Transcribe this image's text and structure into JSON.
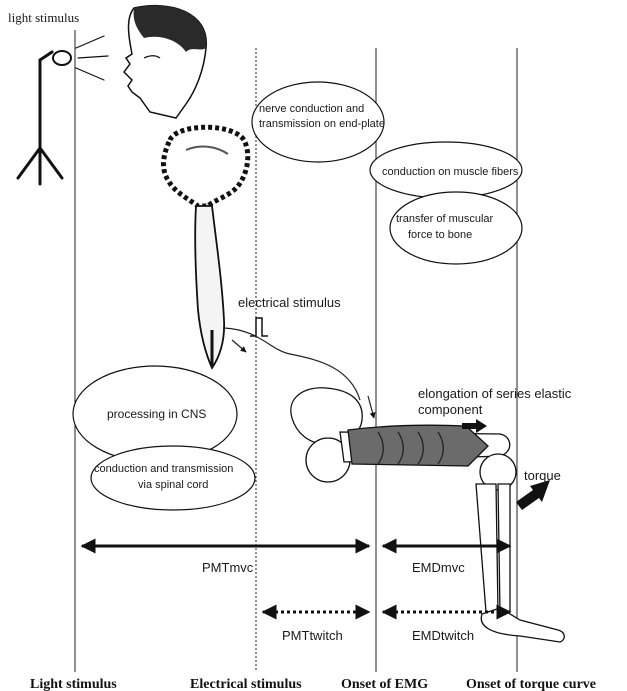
{
  "labels": {
    "light_stimulus_top": "light stimulus",
    "nerve_conduction": [
      "nerve conduction and",
      "transmission on end-plate"
    ],
    "conduction_muscle": "conduction on muscle fibers",
    "transfer_force": [
      "transfer of muscular",
      "force to bone"
    ],
    "electrical_stimulus": "electrical stimulus",
    "processing_cns": "processing in CNS",
    "spinal_cord": [
      "conduction and transmission",
      "via spinal cord"
    ],
    "elongation": [
      "elongation of series elastic",
      "component"
    ],
    "torque": "torque"
  },
  "intervals": {
    "pmt_mvc": "PMTmvc",
    "emd_mvc": "EMDmvc",
    "pmt_twitch": "PMTtwitch",
    "emd_twitch": "EMDtwitch"
  },
  "time_markers": {
    "light": "Light stimulus",
    "electrical": "Electrical stimulus",
    "emg": "Onset of EMG",
    "torque": "Onset of torque curve"
  },
  "colors": {
    "ink": "#1a1a1a",
    "muscle": "#6b6b6b"
  }
}
